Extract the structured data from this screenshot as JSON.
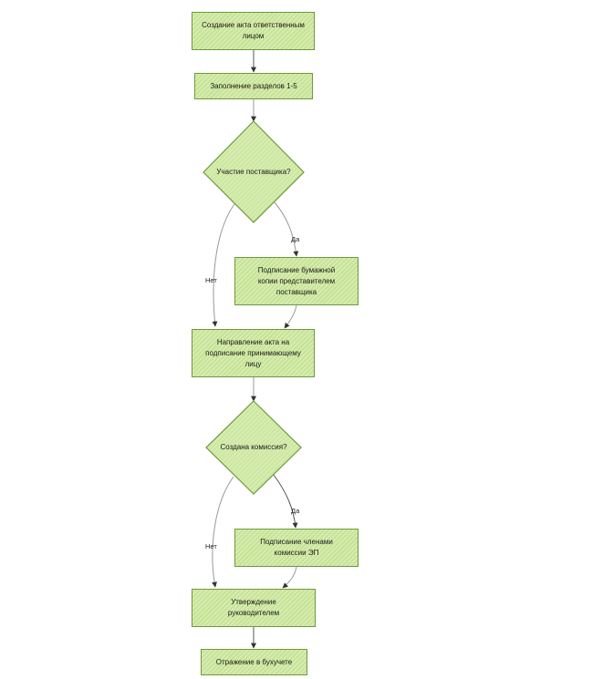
{
  "flowchart": {
    "nodes": {
      "create_act": "Создание акта ответственным лицом",
      "fill_sections": "Заполнение разделов 1-5",
      "supplier_participation": "Участие поставщика?",
      "supplier_sign": "Подписание бумажной копии представителем поставщика",
      "send_to_receiver": "Направление акта на подписание принимающему лицу",
      "commission_created": "Создана комиссия?",
      "commission_sign": "Подписание членами комиссии ЭП",
      "manager_approval": "Утверждение руководителем",
      "accounting": "Отражение в бухучете"
    },
    "edge_labels": {
      "yes": "Да",
      "no": "Нет"
    }
  },
  "colors": {
    "fill_light": "#d6ecb0",
    "fill_dark": "#c3e191",
    "stroke": "#6e9a3c",
    "edge": "#999999",
    "arrow": "#333333"
  }
}
